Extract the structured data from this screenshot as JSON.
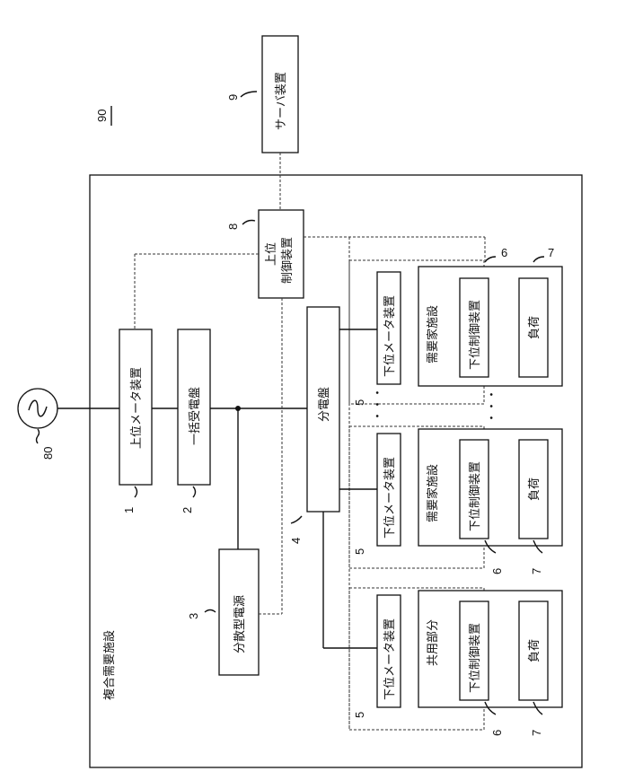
{
  "diagram": {
    "figure_ref": "90",
    "facility_title": "複合需要施設",
    "server": {
      "label": "サーバ装置",
      "ref": "9"
    },
    "upper_controller": {
      "line1": "上位",
      "line2": "制御装置",
      "ref": "8"
    },
    "upper_meter": {
      "label": "上位メータ装置",
      "ref": "1"
    },
    "power_receiver": {
      "label": "一括受電盤",
      "ref": "2"
    },
    "distributed_source": {
      "label": "分散型電源",
      "ref": "3"
    },
    "distribution_board": {
      "label": "分電盤",
      "ref": "4"
    },
    "power_source_ref": "80",
    "ellipsis": "・・・",
    "units": [
      {
        "meter": "下位メータ装置",
        "meter_ref": "5",
        "facility": "需要家施設",
        "controller": "下位制御装置",
        "controller_ref": "6",
        "load": "負荷",
        "load_ref": "7"
      },
      {
        "meter": "下位メータ装置",
        "meter_ref": "5",
        "facility": "需要家施設",
        "controller": "下位制御装置",
        "controller_ref": "6",
        "load": "負荷",
        "load_ref": "7"
      },
      {
        "meter": "下位メータ装置",
        "meter_ref": "5",
        "facility": "共用部分",
        "controller": "下位制御装置",
        "controller_ref": "6",
        "load": "負荷",
        "load_ref": "7"
      }
    ]
  }
}
